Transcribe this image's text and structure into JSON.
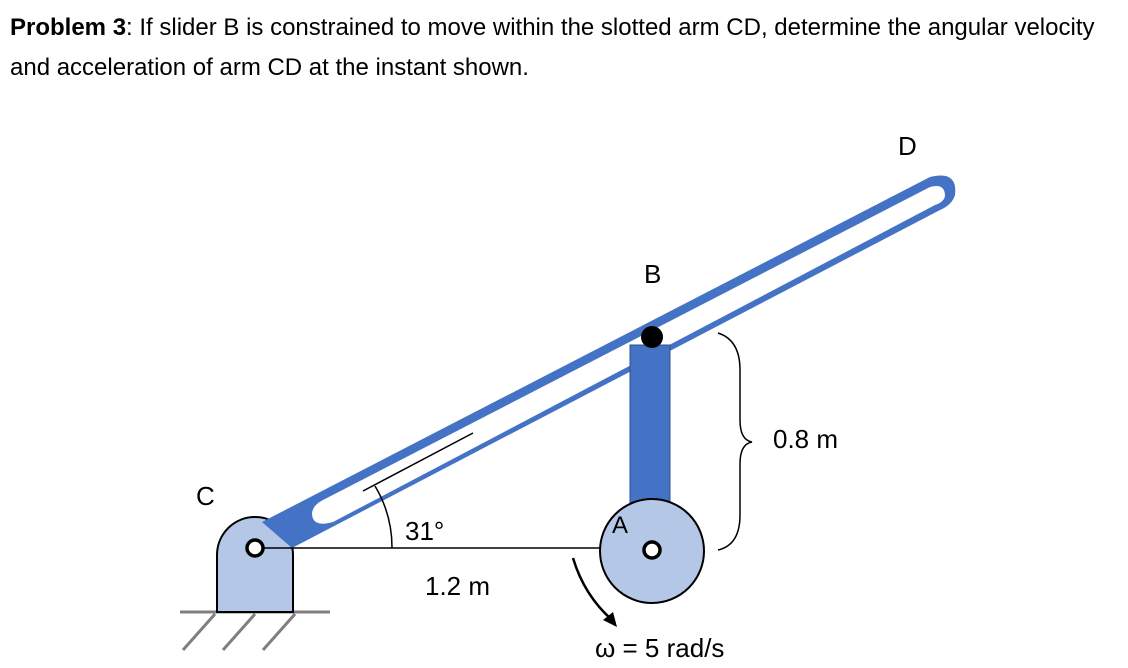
{
  "problem": {
    "label": "Problem 3",
    "text": ": If slider B is constrained to move within the slotted arm CD, determine the angular velocity and acceleration of arm CD at the instant shown."
  },
  "diagram": {
    "labels": {
      "C": "C",
      "D": "D",
      "B": "B",
      "A": "A"
    },
    "angle": "31°",
    "horizontal_distance": "1.2 m",
    "vertical_distance": "0.8 m",
    "angular_velocity": "ω = 5 rad/s",
    "colors": {
      "arm_blue": "#4472C4",
      "light_blue": "#B4C7E7",
      "outline": "#000000",
      "ground": "#7F7F7F"
    }
  }
}
